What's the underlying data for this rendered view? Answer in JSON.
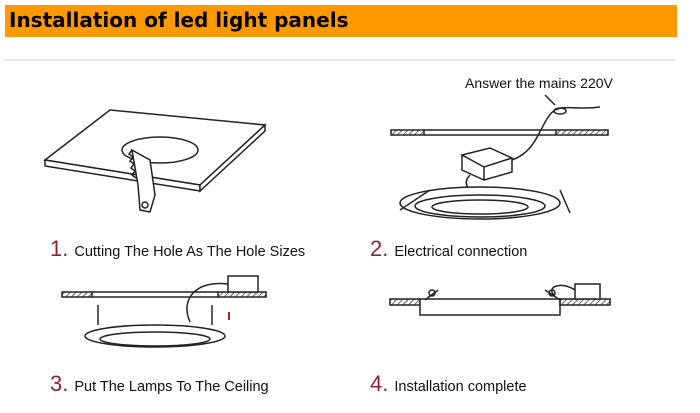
{
  "header": {
    "title": "Installation of led light panels",
    "accent": "#ff9900"
  },
  "annotation": "Answer the mains 220V",
  "steps": [
    {
      "number": "1.",
      "label": "Cutting The Hole As The Hole Sizes"
    },
    {
      "number": "2.",
      "label": "Electrical connection"
    },
    {
      "number": "3.",
      "label": "Put The Lamps To The Ceiling"
    },
    {
      "number": "4.",
      "label": "Installation complete"
    }
  ],
  "number_color": "#8b2433"
}
